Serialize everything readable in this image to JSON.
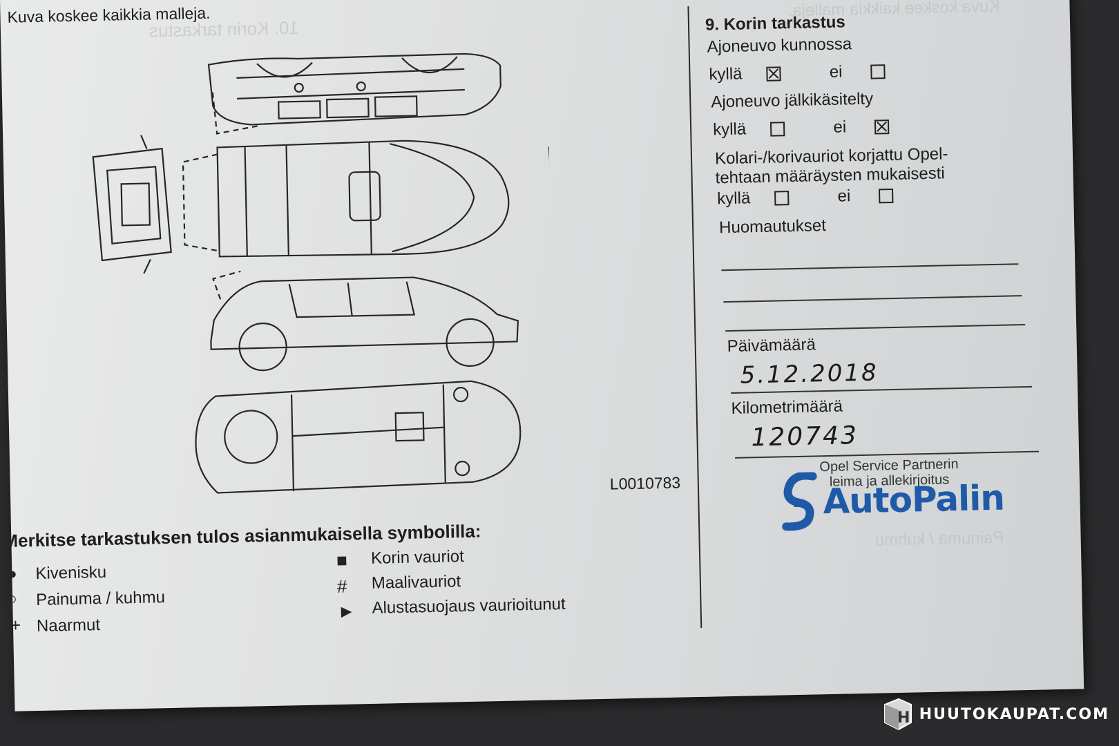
{
  "header_note": "Kuva koskee kaikkia malleja.",
  "section": {
    "title": "9. Korin tarkastus",
    "q1": {
      "label": "Ajoneuvo kunnossa",
      "yes": "kyllä",
      "no": "ei",
      "yes_checked": true,
      "no_checked": false
    },
    "q2": {
      "label": "Ajoneuvo jälkikäsitelty",
      "yes": "kyllä",
      "no": "ei",
      "yes_checked": false,
      "no_checked": true
    },
    "q3": {
      "label_line1": "Kolari-/korivauriot korjattu Opel-",
      "label_line2": "tehtaan määräysten mukaisesti",
      "yes": "kyllä",
      "no": "ei",
      "yes_checked": false,
      "no_checked": false
    },
    "remarks_label": "Huomautukset",
    "date_label": "Päivämäärä",
    "date_value": "5.12.2018",
    "km_label": "Kilometrimäärä",
    "km_value": "120743",
    "stamp_caption_line1": "Opel Service Partnerin",
    "stamp_caption_line2": "leima ja allekirjoitus",
    "stamp_brand": "AutoPalin"
  },
  "figure_code": "L0010783",
  "legend": {
    "heading": "Merkitse tarkastuksen tulos asianmukaisella symbolilla:",
    "left_items": [
      "Kivenisku",
      "Painuma / kuhmu",
      "Naarmut"
    ],
    "right_items": [
      {
        "symbol": "■",
        "label": "Korin vauriot"
      },
      {
        "symbol": "#",
        "label": "Maalivauriot"
      },
      {
        "symbol": "►",
        "label": "Alustasuojaus vaurioitunut"
      }
    ]
  },
  "watermark": "HUUTOKAUPAT.COM"
}
